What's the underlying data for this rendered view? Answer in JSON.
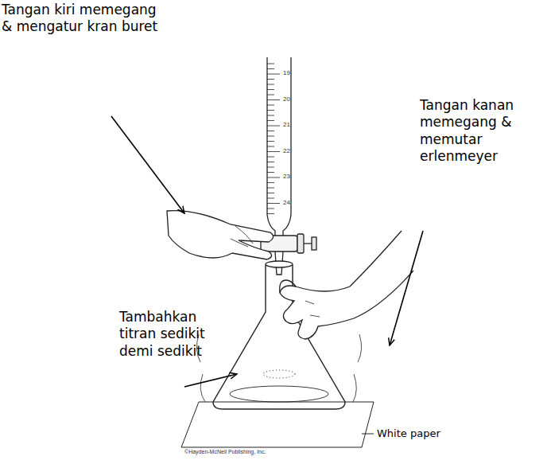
{
  "diagram": {
    "labels": [
      "Tangan kiri memegang & mengatur kran buret",
      "Tangan kanan memegang & memutar erlenmeyer",
      "Tambahkan titran sedikit demi sedikit",
      "White paper",
      "©Hayden-McNeil Publishing, Inc.",
      "19",
      "20",
      "21",
      "22",
      "23",
      "24"
    ]
  }
}
